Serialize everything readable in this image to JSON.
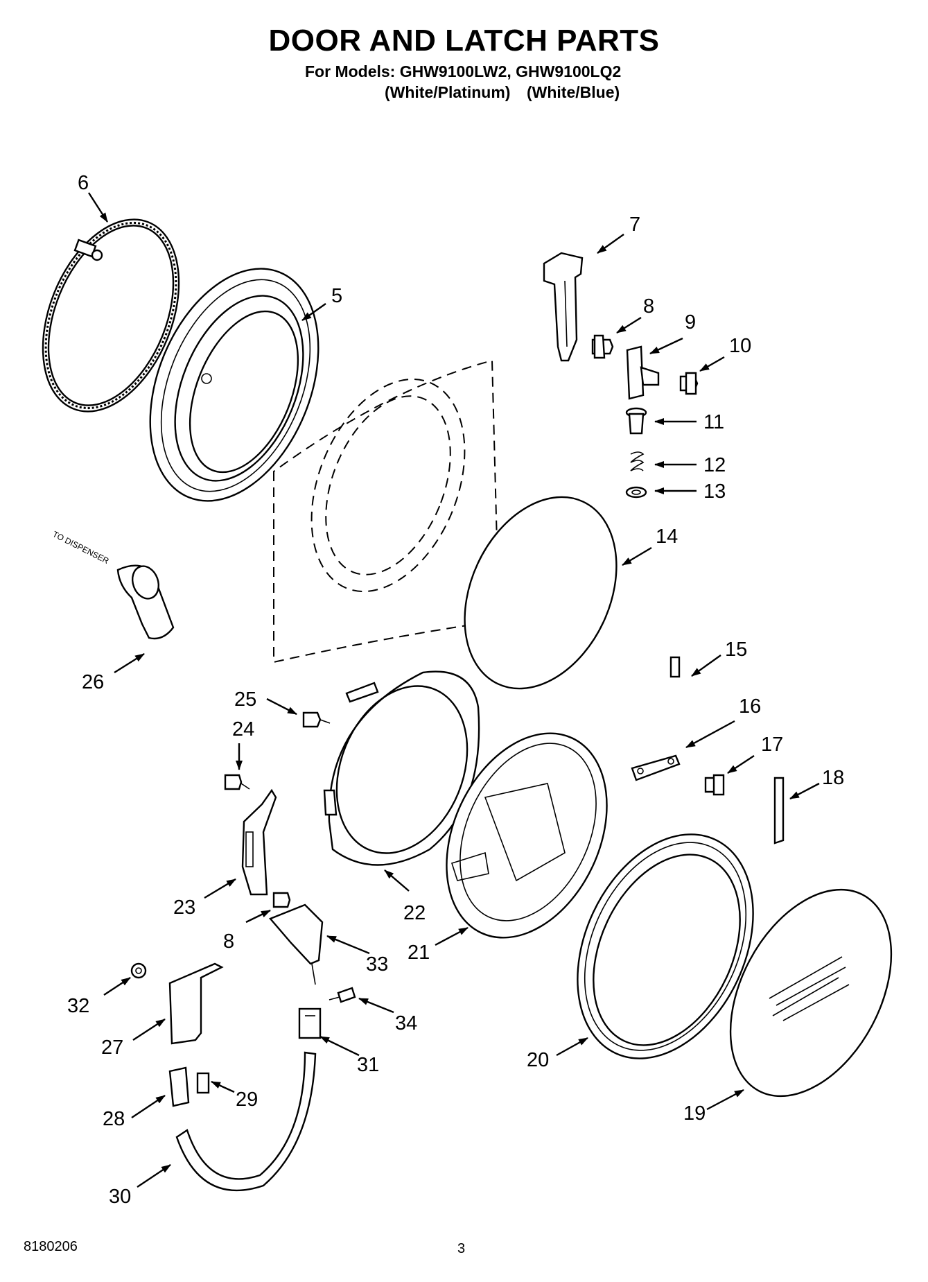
{
  "header": {
    "title": "DOOR AND LATCH PARTS",
    "models": "For Models: GHW9100LW2, GHW9100LQ2",
    "color_1": "(White/Platinum)",
    "color_2": "(White/Blue)"
  },
  "annotations": {
    "to_dispenser": "TO DISPENSER"
  },
  "callouts": [
    "6",
    "5",
    "7",
    "8",
    "9",
    "10",
    "11",
    "12",
    "13",
    "14",
    "26",
    "15",
    "25",
    "24",
    "16",
    "17",
    "18",
    "22",
    "23",
    "8",
    "33",
    "21",
    "32",
    "34",
    "27",
    "31",
    "20",
    "28",
    "29",
    "19",
    "30"
  ],
  "footer": {
    "doc_number": "8180206",
    "page_number": "3"
  }
}
